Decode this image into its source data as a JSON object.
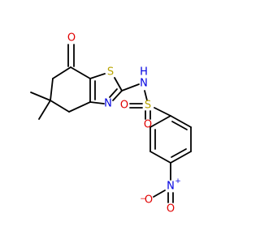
{
  "molecule": {
    "atoms": [
      {
        "id": "O_ketone",
        "element": "O",
        "label": "O",
        "color": "#e00000"
      },
      {
        "id": "S_ring",
        "element": "S",
        "label": "S",
        "color": "#b8a400"
      },
      {
        "id": "N_ring",
        "element": "N",
        "label": "N",
        "color": "#0000e0"
      },
      {
        "id": "N_H",
        "element": "N",
        "label": "H",
        "color": "#0000e0",
        "note": "N–H nitrogen, H drawn above"
      },
      {
        "id": "S_sulfonyl",
        "element": "S",
        "label": "S",
        "color": "#b8a400"
      },
      {
        "id": "O_sulfonyl_left",
        "element": "O",
        "label": "O",
        "color": "#e00000"
      },
      {
        "id": "O_sulfonyl_bottom",
        "element": "O",
        "label": "O",
        "color": "#e00000"
      },
      {
        "id": "N_nitro",
        "element": "N",
        "label": "N",
        "charge": "+",
        "color": "#0000e0"
      },
      {
        "id": "O_nitro_minus",
        "element": "O",
        "label": "O",
        "charge": "−",
        "color": "#e00000"
      },
      {
        "id": "O_nitro_double",
        "element": "O",
        "label": "O",
        "color": "#e00000"
      }
    ],
    "bond_color": "#000000"
  }
}
